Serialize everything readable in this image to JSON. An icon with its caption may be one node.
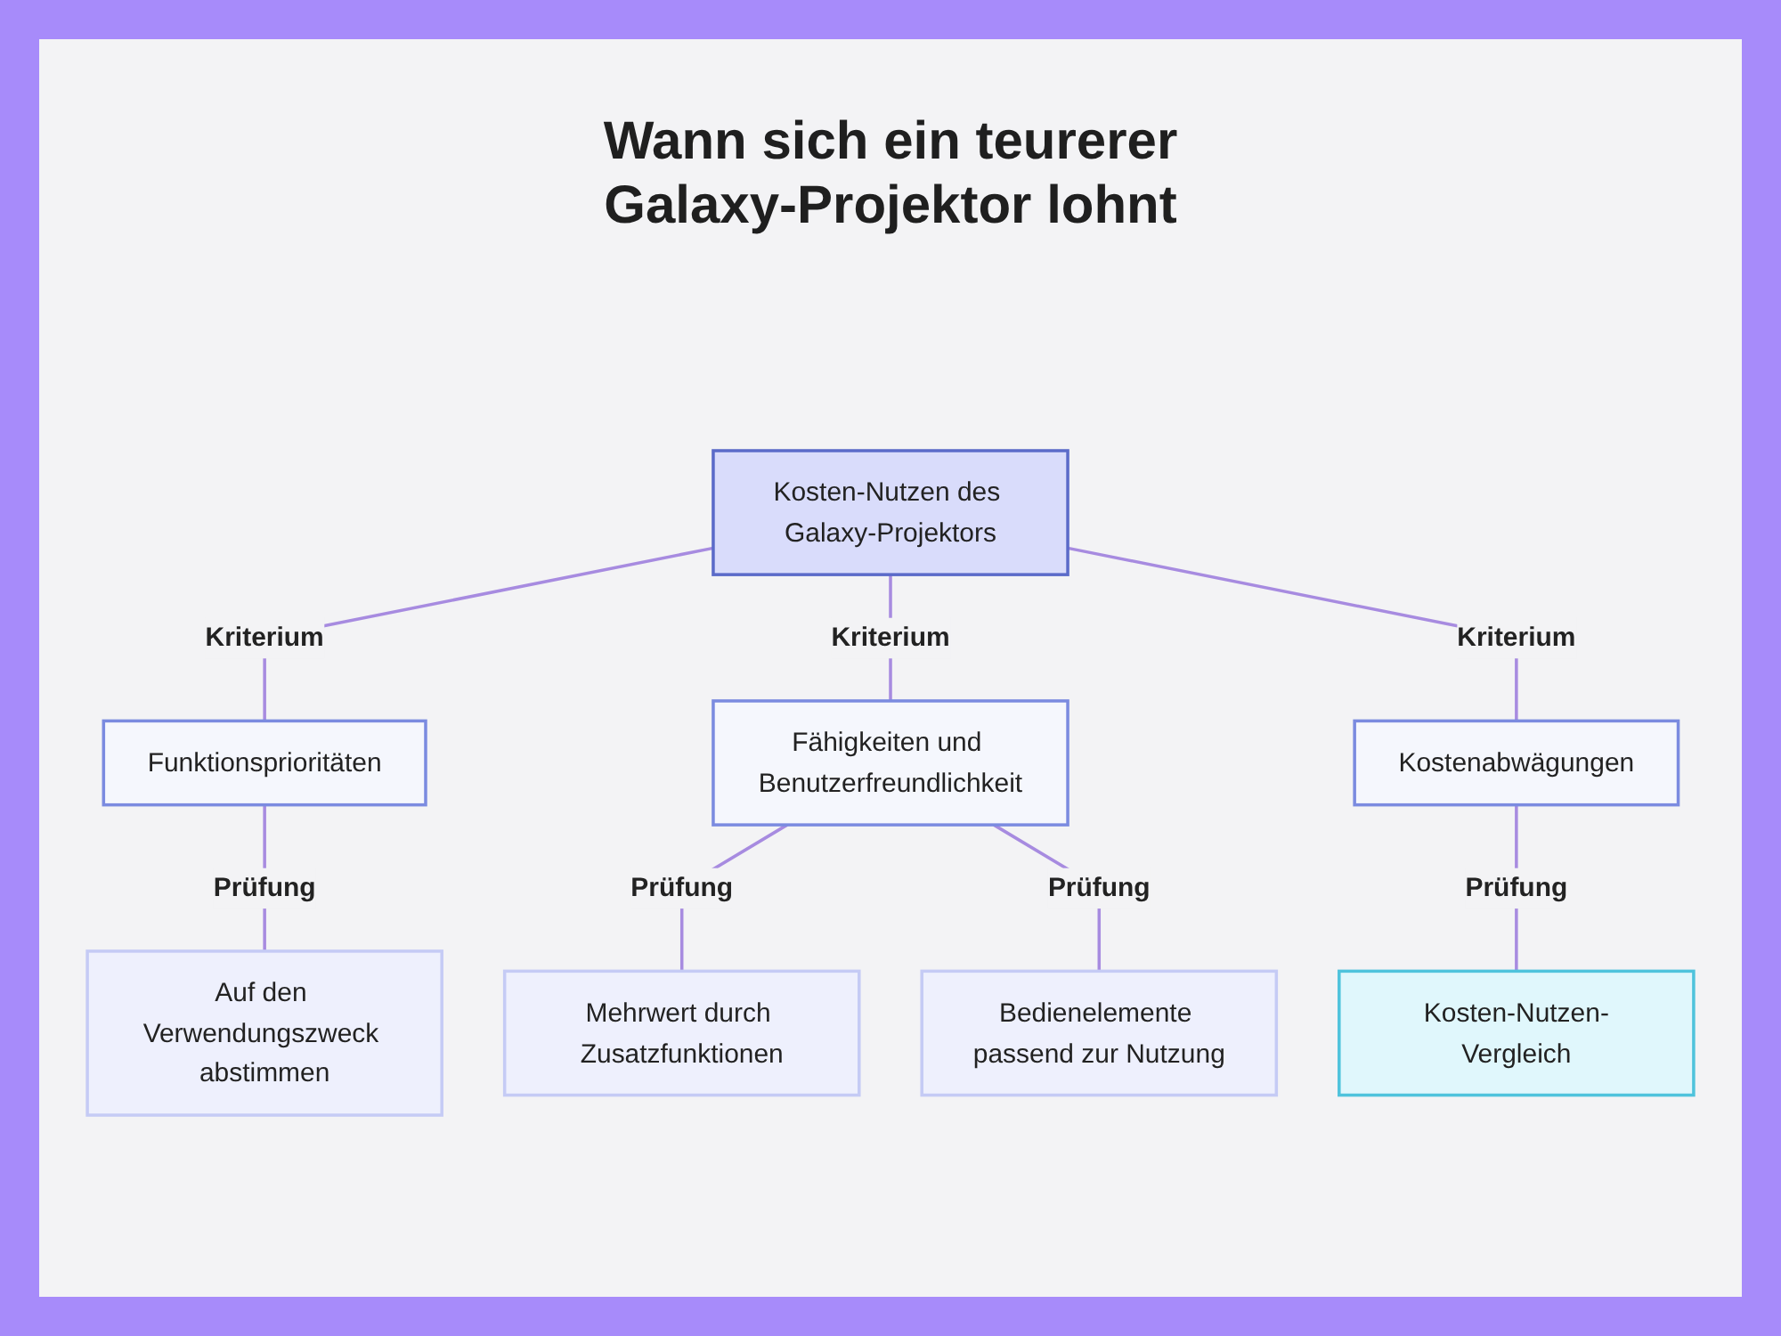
{
  "diagram": {
    "title": "Wann sich ein teurerer Galaxy-Projektor lohnt",
    "nodes": [
      {
        "text": [
          "Kosten-Nutzen des Galaxy-Projektors"
        ]
      },
      {
        "text": [
          "Funktionsprioritäten"
        ]
      },
      {
        "text": [
          "Fähigkeiten und Benutzerfreundlichkeit"
        ]
      },
      {
        "text": [
          "Kostenabwägungen"
        ]
      },
      {
        "text": [
          "Auf den Verwendungszweck abstimmen"
        ]
      },
      {
        "text": [
          "Mehrwert durch Zusatzfunktionen"
        ]
      },
      {
        "text": [
          "Bedienelemente passend zur Nutzung"
        ]
      },
      {
        "text": [
          "Kosten-Nutzen-Vergleich"
        ]
      }
    ],
    "edges": [
      {
        "from": 0,
        "to": 1,
        "arrow": "none",
        "label": "Kriterium"
      },
      {
        "from": 0,
        "to": 2,
        "arrow": "none",
        "label": "Kriterium"
      },
      {
        "from": 0,
        "to": 3,
        "arrow": "none",
        "label": "Kriterium"
      },
      {
        "from": 1,
        "to": 4,
        "arrow": "none",
        "label": "Prüfung"
      },
      {
        "from": 2,
        "to": 5,
        "arrow": "none",
        "label": "Prüfung"
      },
      {
        "from": 2,
        "to": 6,
        "arrow": "none",
        "label": "Prüfung"
      },
      {
        "from": 3,
        "to": 7,
        "arrow": "none",
        "label": "Prüfung"
      }
    ]
  }
}
